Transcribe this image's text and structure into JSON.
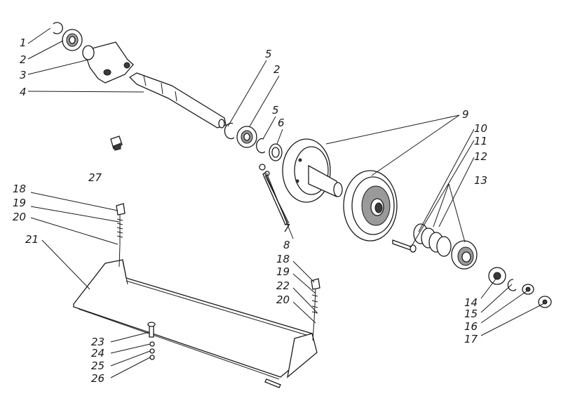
{
  "callouts": [
    {
      "id": "c1",
      "text": "1"
    },
    {
      "id": "c2a",
      "text": "2"
    },
    {
      "id": "c3",
      "text": "3"
    },
    {
      "id": "c4",
      "text": "4"
    },
    {
      "id": "c5a",
      "text": "5"
    },
    {
      "id": "c2b",
      "text": "2"
    },
    {
      "id": "c5b",
      "text": "5"
    },
    {
      "id": "c6",
      "text": "6"
    },
    {
      "id": "c9",
      "text": "9"
    },
    {
      "id": "c10",
      "text": "10"
    },
    {
      "id": "c11",
      "text": "11"
    },
    {
      "id": "c12",
      "text": "12"
    },
    {
      "id": "c13",
      "text": "13"
    },
    {
      "id": "c27",
      "text": "27"
    },
    {
      "id": "c18a",
      "text": "18"
    },
    {
      "id": "c19a",
      "text": "19"
    },
    {
      "id": "c20a",
      "text": "20"
    },
    {
      "id": "c21",
      "text": "21"
    },
    {
      "id": "c7",
      "text": "7"
    },
    {
      "id": "c8",
      "text": "8"
    },
    {
      "id": "c18b",
      "text": "18"
    },
    {
      "id": "c19b",
      "text": "19"
    },
    {
      "id": "c22",
      "text": "22"
    },
    {
      "id": "c20b",
      "text": "20"
    },
    {
      "id": "c14",
      "text": "14"
    },
    {
      "id": "c15",
      "text": "15"
    },
    {
      "id": "c16",
      "text": "16"
    },
    {
      "id": "c17",
      "text": "17"
    },
    {
      "id": "c23",
      "text": "23"
    },
    {
      "id": "c24",
      "text": "24"
    },
    {
      "id": "c25",
      "text": "25"
    },
    {
      "id": "c26",
      "text": "26"
    }
  ]
}
